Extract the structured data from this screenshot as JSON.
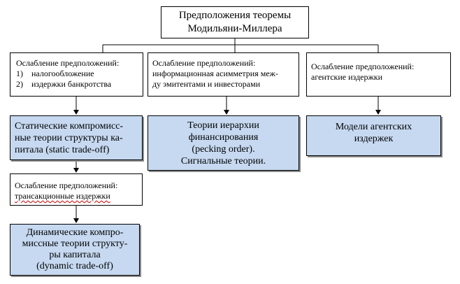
{
  "diagram": {
    "title": {
      "line1": "Предположения теоремы",
      "line2": "Модильяни-Миллера"
    },
    "branches": [
      {
        "assumption": {
          "heading": "Ослабление предположений:",
          "items": [
            {
              "num": "1)",
              "text": "налогообложение"
            },
            {
              "num": "2)",
              "text": "издержки банкротства"
            }
          ]
        },
        "theory": {
          "line1": "Статические  компромисс-",
          "line2": "ные  теории  структуры  ка-",
          "line3": "питала (static trade-off)"
        },
        "sub_assumption": {
          "heading": "Ослабление предположений:",
          "text": "трансакционные издержки"
        },
        "sub_theory": {
          "line1": "Динамические компро-",
          "line2": "миссные теории структу-",
          "line3": "ры капитала",
          "line4": "(dynamic trade-off)"
        }
      },
      {
        "assumption": {
          "heading": "Ослабление предположений:",
          "line1": "информационная асимметрия меж-",
          "line2": "ду эмитентами и инвесторами"
        },
        "theory": {
          "line1": "Теории иерархии",
          "line2": "финансирования",
          "line3": "(pecking order).",
          "line4": "Сигнальные теории."
        }
      },
      {
        "assumption": {
          "heading": "Ослабление предположений:",
          "line1": "агентские издержки"
        },
        "theory": {
          "line1": "Модели агентских",
          "line2": "издержек"
        }
      }
    ]
  },
  "colors": {
    "theory_fill": "#c6d9f1",
    "border": "#000000",
    "shadow": "#8a8a8a",
    "spellcheck_underline": "#d00000"
  }
}
